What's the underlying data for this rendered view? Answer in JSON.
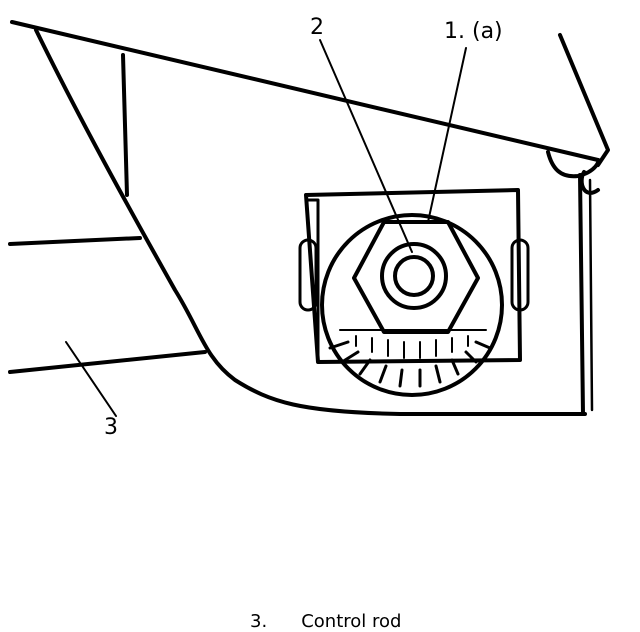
{
  "callouts": {
    "part_1": "1. (a)",
    "part_2": "2",
    "part_3": "3"
  },
  "caption": {
    "number": "3.",
    "text": "Control rod"
  },
  "colors": {
    "ink": "#000000",
    "paper": "#ffffff"
  }
}
